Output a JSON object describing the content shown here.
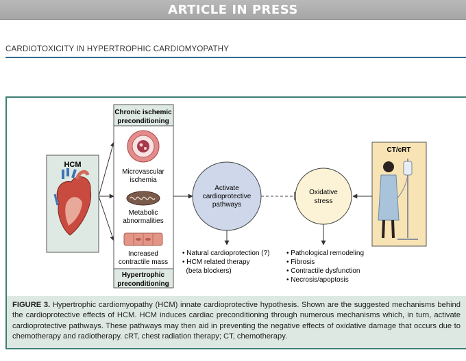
{
  "header": {
    "banner": "ARTICLE IN PRESS"
  },
  "running_title": "CARDIOTOXICITY IN HYPERTROPHIC CARDIOMYOPATHY",
  "figure": {
    "hcm_label": "HCM",
    "chronic_title_1": "Chronic ischemic",
    "chronic_title_2": "preconditioning",
    "micro_1": "Microvascular",
    "micro_2": "ischemia",
    "meta_1": "Metabolic",
    "meta_2": "abnormalities",
    "mass_1": "Increased",
    "mass_2": "contractile mass",
    "hyper_title_1": "Hypertrophic",
    "hyper_title_2": "preconditioning",
    "activate_1": "Activate",
    "activate_2": "cardioprotective",
    "activate_3": "pathways",
    "oxid_1": "Oxidative",
    "oxid_2": "stress",
    "ct_label": "CT/cRT",
    "left_bullets": [
      "• Natural cardioprotection (?)",
      "• HCM related therapy",
      "  (beta blockers)"
    ],
    "right_bullets": [
      "• Pathological remodeling",
      "• Fibrosis",
      "• Contractile dysfunction",
      "• Necrosis/apoptosis"
    ]
  },
  "caption": {
    "label": "FIGURE 3.",
    "text": " Hypertrophic cardiomyopathy (HCM) innate cardioprotective hypothesis. Shown are the suggested mechanisms behind the cardioprotective effects of HCM. HCM induces cardiac preconditioning through numerous mechanisms which, in turn, activate cardioprotective pathways. These pathways may then aid in preventing the negative effects of oxidative damage that occurs due to chemotherapy and radiotherapy. cRT, chest radiation therapy; CT, chemotherapy."
  },
  "colors": {
    "accent": "#2f6a8f",
    "frame": "#3c7d74",
    "panel": "#dfe9e4",
    "node": "#cfd8ea",
    "oxid": "#fcf3d6"
  }
}
